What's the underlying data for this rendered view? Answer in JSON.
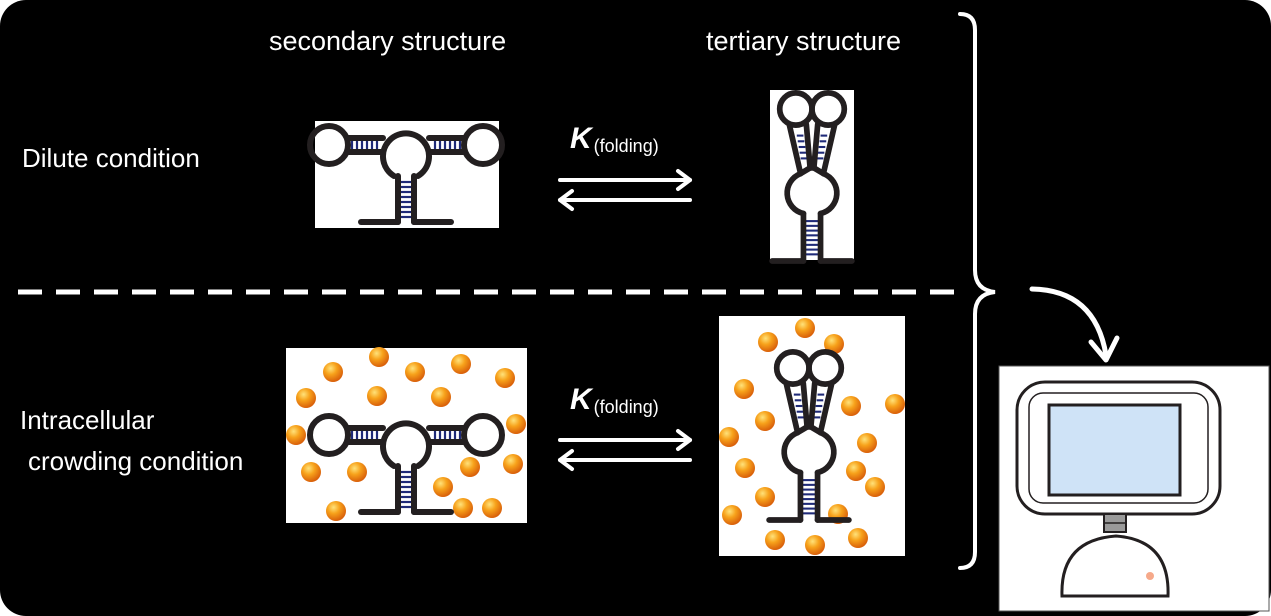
{
  "headers": {
    "secondary": "secondary structure",
    "tertiary": "tertiary structure"
  },
  "conditions": {
    "dilute": "Dilute condition",
    "crowding_line1": "Intracellular",
    "crowding_line2": "crowding condition"
  },
  "equilibrium": {
    "symbol": "K",
    "subscript": "(folding)"
  },
  "colors": {
    "background": "#000000",
    "text": "#ffffff",
    "rna_strand": "#231f20",
    "base_pairs": "#1f2a78",
    "crowder": "#f39a12",
    "monitor_screen": "#cfe3f7"
  }
}
